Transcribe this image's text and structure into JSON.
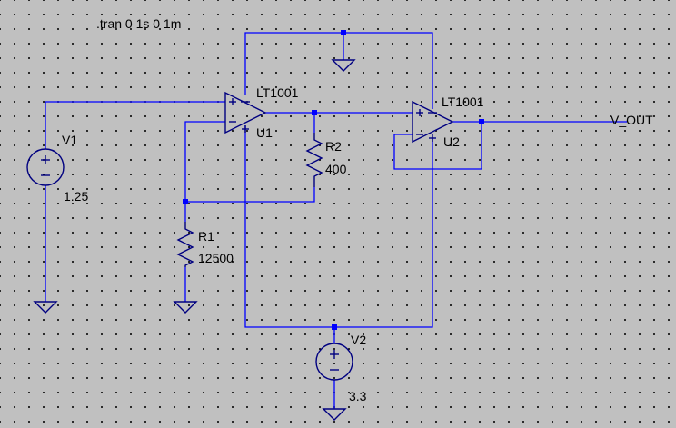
{
  "directive": ".tran 0 1s 0 1m",
  "components": {
    "u1": {
      "model": "LT1001",
      "ref": "U1"
    },
    "u2": {
      "model": "LT1001",
      "ref": "U2"
    },
    "r1": {
      "ref": "R1",
      "value": "12500"
    },
    "r2": {
      "ref": "R2",
      "value": "400"
    },
    "v1": {
      "ref": "V1",
      "value": "1.25"
    },
    "v2": {
      "ref": "V2",
      "value": "3.3"
    }
  },
  "net_label": "V_OUT",
  "colors": {
    "wire": "#0000ff",
    "component": "#000080",
    "background": "#c0c0c0",
    "text": "#000000"
  }
}
